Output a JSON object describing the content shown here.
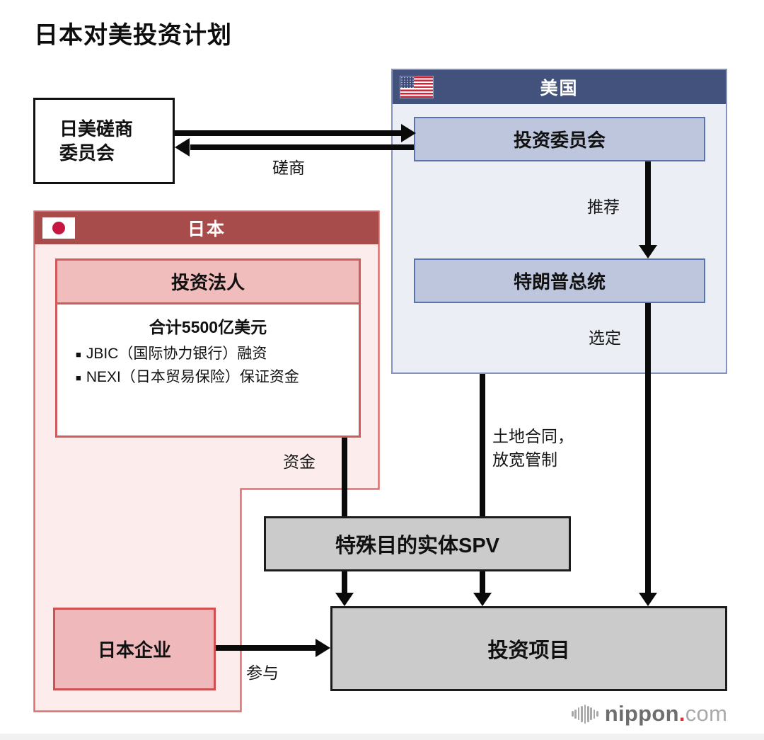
{
  "title": "日本对美投资计划",
  "consult_box": {
    "line1": "日美磋商",
    "line2": "委员会"
  },
  "flow_labels": {
    "consult": "磋商",
    "recommend": "推荐",
    "select": "选定",
    "land_line1": "土地合同，",
    "land_line2": "放宽管制",
    "funds": "资金",
    "participate": "参与"
  },
  "us": {
    "header": "美国",
    "flag_icon": "us-flag",
    "committee": "投资委员会",
    "president": "特朗普总统"
  },
  "japan": {
    "header": "日本",
    "flag_icon": "japan-flag",
    "investment_entity": "投资法人",
    "total": "合计5500亿美元",
    "bullet_char": "■",
    "bullets": [
      "JBIC（国际协力银行）融资",
      "NEXI（日本贸易保险）保证资金"
    ],
    "company": "日本企业"
  },
  "spv": "特殊目的实体SPV",
  "project": "投资项目",
  "footer": {
    "brand": "nippon",
    "dot": ".",
    "tld": "com"
  },
  "colors": {
    "us_header": "#43517d",
    "us_body": "#eceef5",
    "us_border": "#8493c0",
    "us_box_fill": "#bec6de",
    "us_box_border": "#5a73ae",
    "jp_header": "#a84b4b",
    "jp_body": "#fcecec",
    "jp_border": "#d97070",
    "jp_box_fill": "#f0bcbc",
    "jp_box_border": "#cf5b5b",
    "jp_company_fill": "#efb9bc",
    "grey_box_fill": "#cbcbcb",
    "grey_box_border": "#1c1c1c",
    "arrow": "#0a0a0a",
    "flag_red": "#c5173f",
    "logo_dot": "#e03030"
  }
}
